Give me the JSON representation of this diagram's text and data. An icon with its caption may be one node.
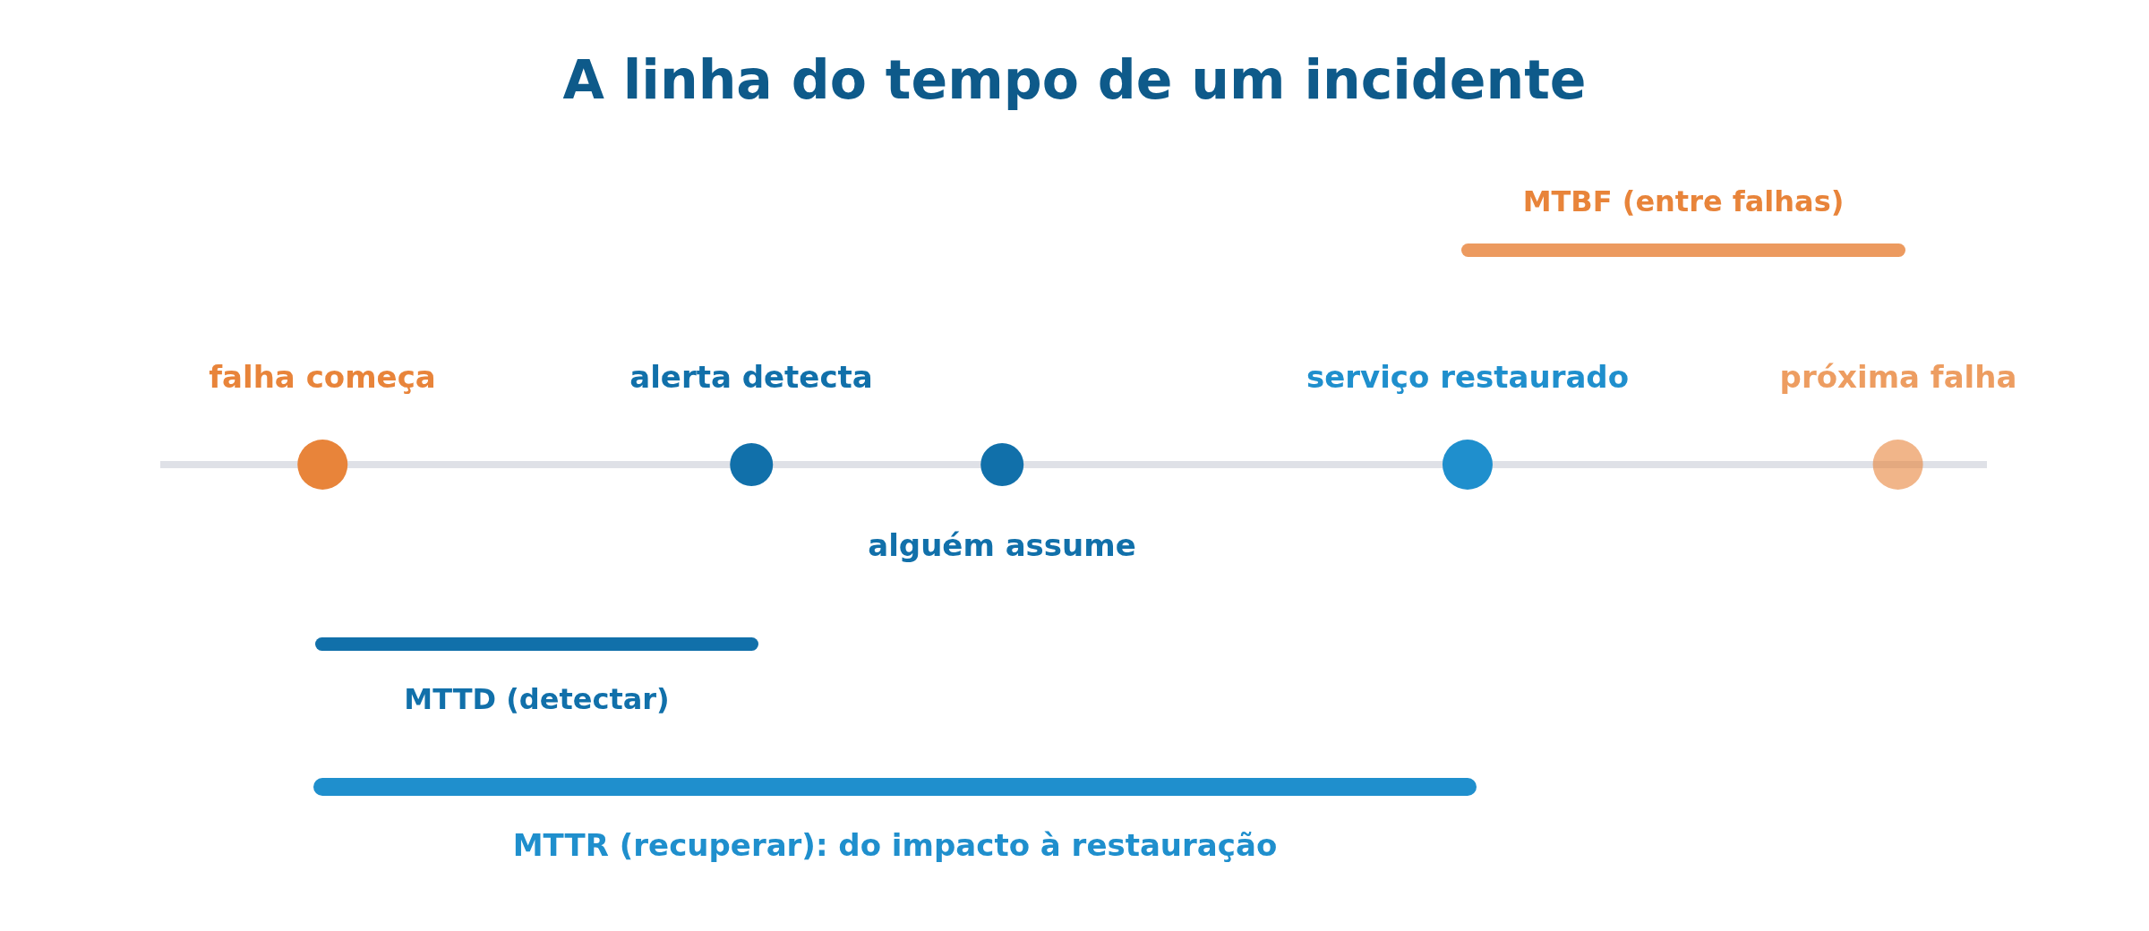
{
  "diagram": {
    "title": "A linha do tempo de um incidente",
    "nodes": [
      {
        "text": [],
        "shape": "bar",
        "beside": [
          "MTBF (entre falhas)"
        ]
      },
      {
        "text": [
          "falha começa"
        ]
      },
      {
        "text": [
          "alerta detecta"
        ]
      },
      {
        "text": [
          "alguém assume"
        ]
      },
      {
        "text": [
          "serviço restaurado"
        ]
      },
      {
        "text": [
          "próxima falha"
        ]
      },
      {
        "text": [],
        "shape": "bar",
        "beside": [
          "MTTD (detectar)"
        ]
      },
      {
        "text": [],
        "shape": "bar",
        "beside": [
          "MTTR (recuperar): do impacto à restauração"
        ]
      }
    ]
  }
}
